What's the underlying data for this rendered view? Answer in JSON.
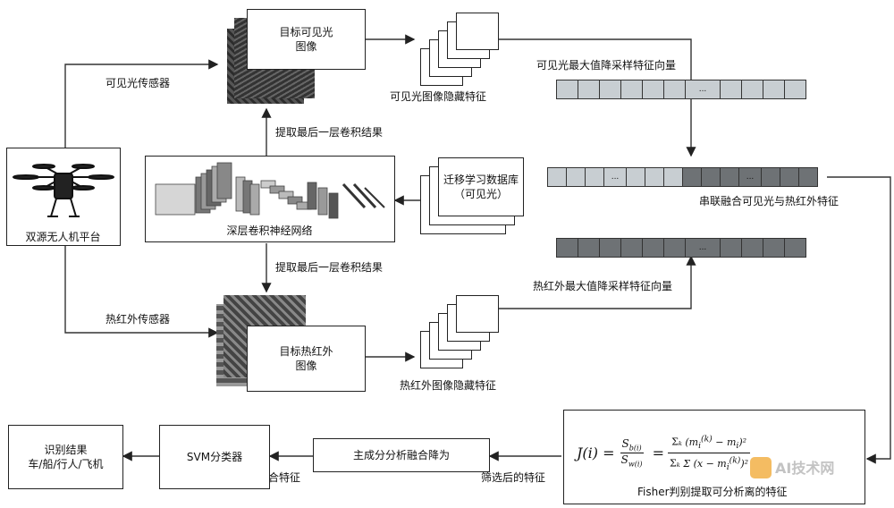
{
  "platform": {
    "label": "双源无人机平台"
  },
  "sensors": {
    "visible": "可见光传感器",
    "infrared": "热红外传感器"
  },
  "images": {
    "visible_line1": "目标可见光",
    "visible_line2": "图像",
    "infrared_line1": "目标热红外",
    "infrared_line2": "图像"
  },
  "extract": {
    "top": "提取最后一层卷积结果",
    "bottom": "提取最后一层卷积结果"
  },
  "cnn": {
    "label": "深层卷积神经网络"
  },
  "transfer": {
    "line1": "迁移学习数据库",
    "line2": "（可见光）"
  },
  "hidden": {
    "visible": "可见光图像隐藏特征",
    "infrared": "热红外图像隐藏特征"
  },
  "vectors": {
    "visible": "可见光最大值降采样特征向量",
    "infrared": "热红外最大值降采样特征向量",
    "fused": "串联融合可见光与热红外特征",
    "ellipsis": "..."
  },
  "fisher": {
    "caption": "Fisher判别提取可分析离的特征",
    "lhs": "J(i) =",
    "numer": "S",
    "numer_sub": "b(i)",
    "denom": "S",
    "denom_sub": "w(i)",
    "rhs_top": "Σ",
    "rhs_bottom": "Σ"
  },
  "flow": {
    "selected": "筛选后的特征",
    "pca": "主成分分析融合降为",
    "fused_feature": "融合特征",
    "svm": "SVM分类器",
    "result_line1": "识别结果",
    "result_line2": "车/船/行人/飞机"
  },
  "watermark": "AI技术网"
}
